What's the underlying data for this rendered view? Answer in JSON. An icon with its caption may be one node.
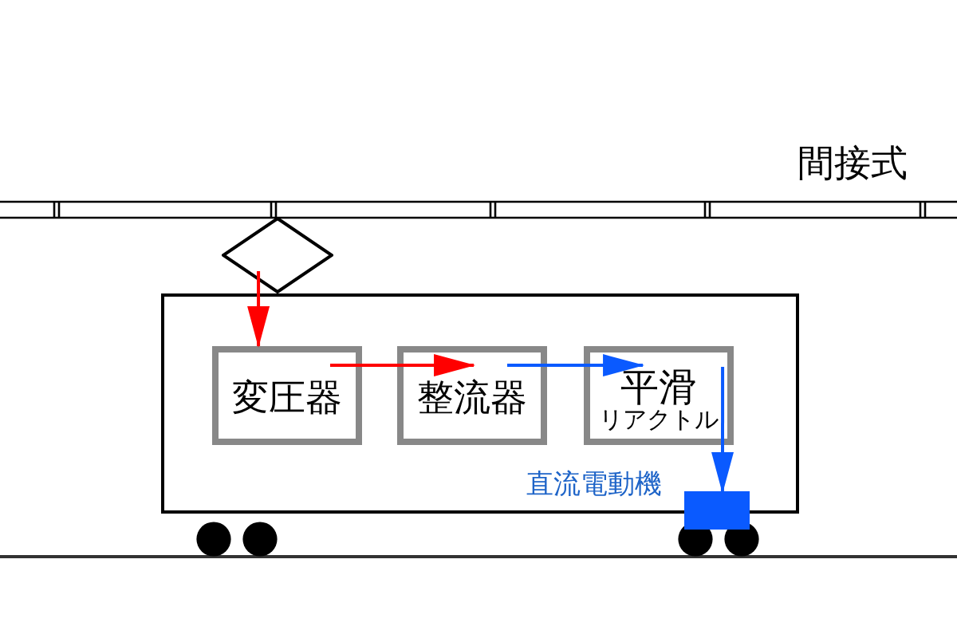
{
  "diagram": {
    "title": "間接式",
    "nodes": [
      {
        "text": [],
        "shape": "diamond"
      },
      {
        "text": [],
        "shape": "box"
      },
      {
        "text": [
          "変圧器"
        ],
        "in": 1
      },
      {
        "text": [
          "整流器"
        ],
        "in": 1
      },
      {
        "text": [
          "平滑",
          "リアクトル"
        ],
        "in": 1
      },
      {
        "text": [],
        "shape": "box",
        "beside": [
          "直流電動機"
        ]
      }
    ],
    "edges": [
      {
        "from": 0,
        "to": 2,
        "arrow": "to",
        "color": "#ff0000"
      },
      {
        "from": 2,
        "to": 3,
        "arrow": "to",
        "color": "#ff0000"
      },
      {
        "from": 3,
        "to": 4,
        "arrow": "to",
        "color": "#0a5aff"
      },
      {
        "from": 4,
        "to": 5,
        "arrow": "to",
        "color": "#0a5aff"
      }
    ]
  }
}
